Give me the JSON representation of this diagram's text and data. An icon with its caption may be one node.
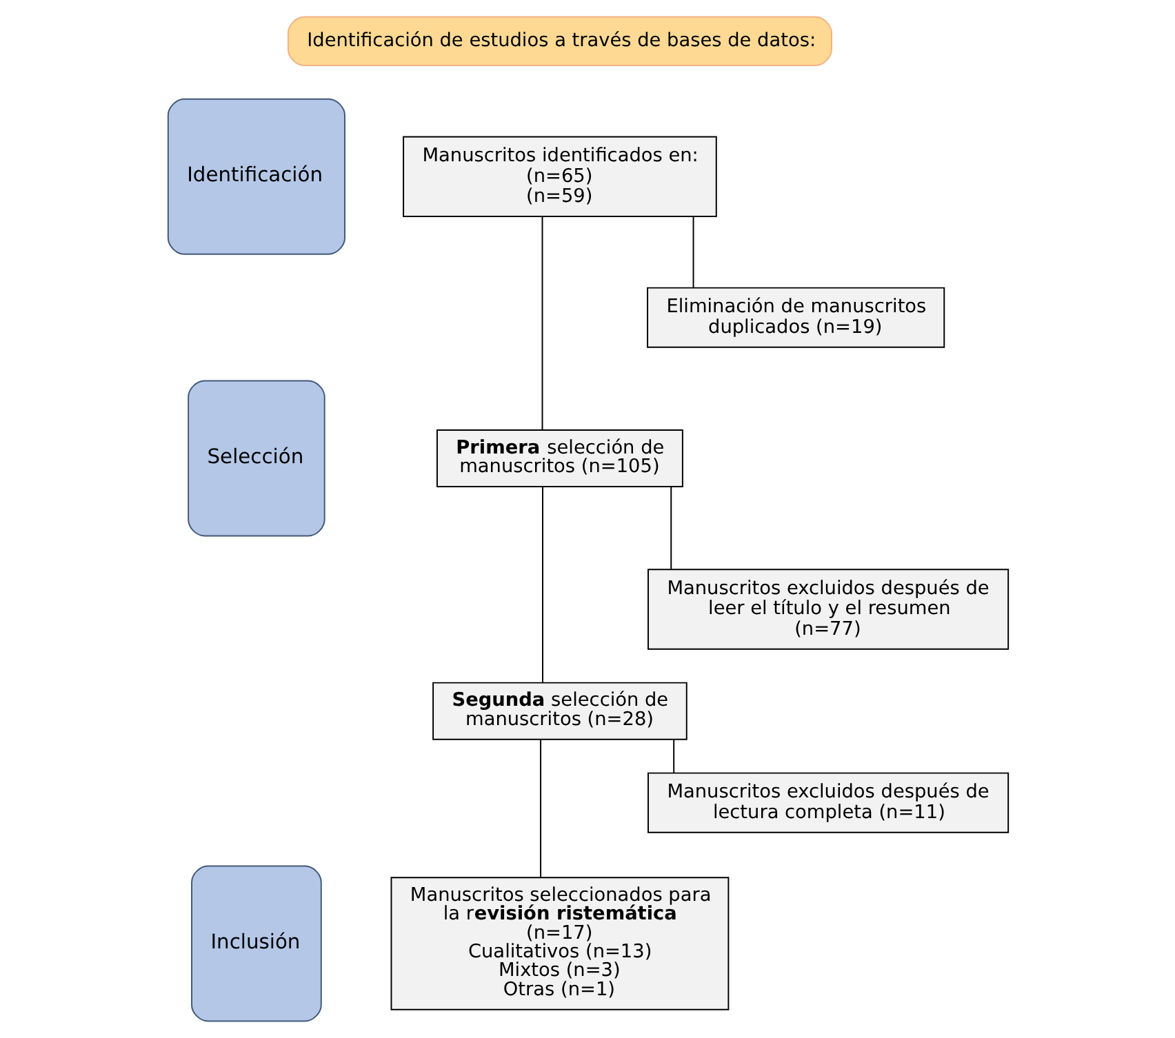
{
  "diagram": {
    "nodes": [
      {
        "text": [
          "Identificación de estudios a través de bases de datos:"
        ]
      },
      {
        "text": [
          "Identificación"
        ]
      },
      {
        "text": [
          "Selección"
        ]
      },
      {
        "text": [
          "Inclusión"
        ]
      },
      {
        "text": [
          "Manuscritos identificados en:",
          "(n=65)",
          "(n=59)"
        ]
      },
      {
        "text": [
          "Eliminación de manuscritos duplicados (n=19)"
        ]
      },
      {
        "text": [
          "**Primera** selección de manuscritos (n=105)"
        ]
      },
      {
        "text": [
          "Manuscritos excluidos después de leer el título y el resumen (n=77)"
        ]
      },
      {
        "text": [
          "**Segunda** selección de manuscritos (n=28)"
        ]
      },
      {
        "text": [
          "Manuscritos excluidos después de lectura completa (n=11)"
        ]
      },
      {
        "text": [
          "Manuscritos seleccionados para la r**evisión ristemática** (n=17)",
          "Cualitativos (n=13)",
          "Mixtos (n=3)",
          "Otras (n=1)"
        ]
      }
    ],
    "edges": [
      {
        "from": 4,
        "to": 6,
        "arrow": "none"
      },
      {
        "from": 4,
        "to": 5,
        "arrow": "none"
      },
      {
        "from": 6,
        "to": 8,
        "arrow": "none"
      },
      {
        "from": 6,
        "to": 7,
        "arrow": "none"
      },
      {
        "from": 8,
        "to": 10,
        "arrow": "none"
      },
      {
        "from": 8,
        "to": 9,
        "arrow": "none"
      }
    ]
  }
}
